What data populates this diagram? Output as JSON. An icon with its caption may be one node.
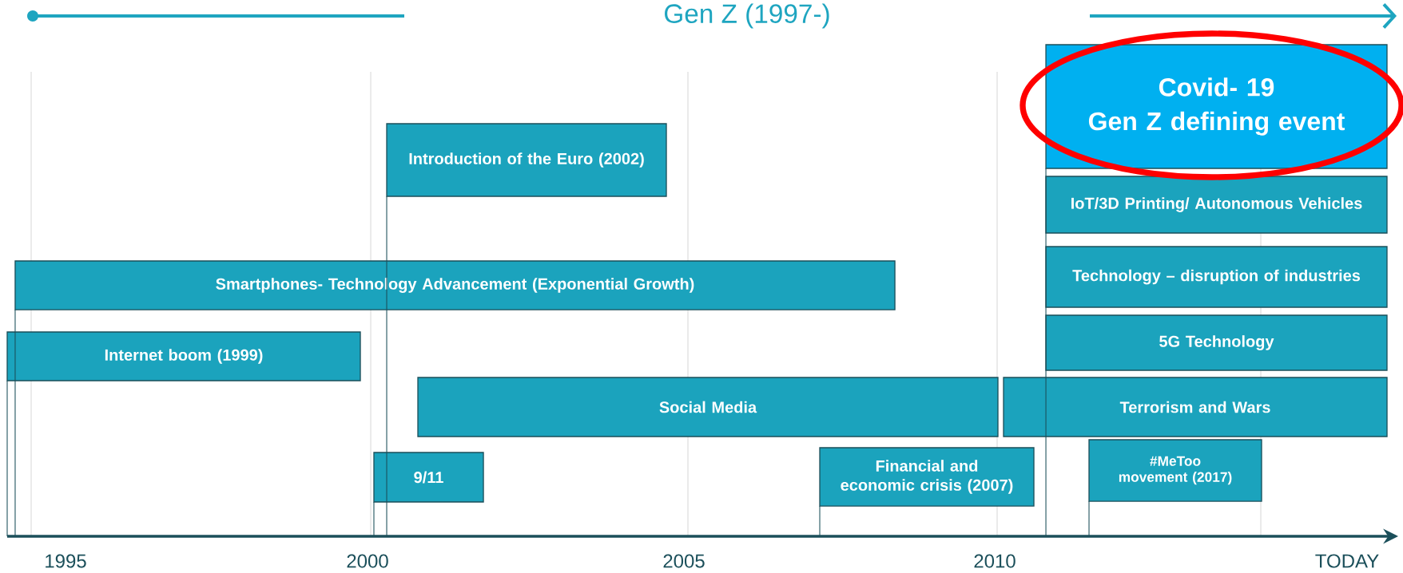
{
  "diagram": {
    "title": "Gen Z (1997-)",
    "nodes": [
      {
        "text": [
          "Covid- 19",
          "Gen Z defining event"
        ]
      },
      {
        "text": [
          "Introduction of the Euro (2002)"
        ]
      },
      {
        "text": [
          "IoT/3D Printing/ Autonomous Vehicles"
        ]
      },
      {
        "text": [
          "Smartphones- Technology Advancement (Exponential Growth)"
        ]
      },
      {
        "text": [
          "Technology – disruption of industries"
        ]
      },
      {
        "text": [
          "Internet boom (1999)"
        ]
      },
      {
        "text": [
          "5G Technology"
        ]
      },
      {
        "text": [
          "Social Media"
        ]
      },
      {
        "text": [
          "Terrorism and Wars"
        ]
      },
      {
        "text": [
          "9/11"
        ]
      },
      {
        "text": [
          "Financial and economic crisis (2007)"
        ]
      },
      {
        "text": [
          "#MeToo movement (2017)"
        ]
      }
    ],
    "edges": [
      {
        "from": 1,
        "to": null,
        "arrow": "none"
      },
      {
        "from": 3,
        "to": null,
        "arrow": "none"
      },
      {
        "from": 5,
        "to": null,
        "arrow": "none"
      },
      {
        "from": 9,
        "to": null,
        "arrow": "none"
      },
      {
        "from": 10,
        "to": null,
        "arrow": "none"
      },
      {
        "from": 0,
        "to": null,
        "arrow": "none"
      },
      {
        "from": 11,
        "to": null,
        "arrow": "none"
      }
    ],
    "labels": [
      "1995",
      "2000",
      "2005",
      "2010",
      "TODAY"
    ]
  }
}
